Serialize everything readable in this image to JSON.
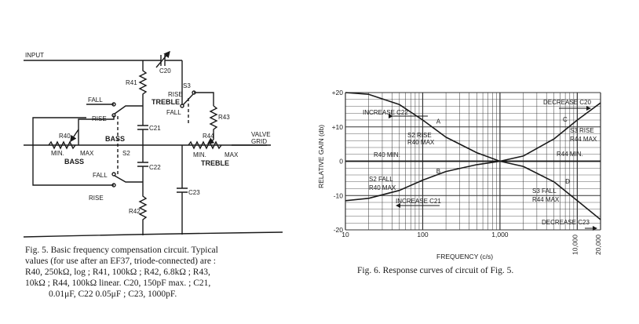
{
  "fig5": {
    "labels": {
      "input": "INPUT",
      "c20": "C20",
      "r41": "R41",
      "s3": "S3",
      "rise_top": "RISE",
      "fall_top": "FALL",
      "treble_top": "TREBLE",
      "r43": "R43",
      "fall_left": "FALL",
      "rise_left": "RISE",
      "c21": "C21",
      "r40": "R40",
      "min_bass": "MIN.",
      "max_bass": "MAX",
      "bass_mid": "BASS",
      "bass_low": "BASS",
      "s2": "S2",
      "c22": "C22",
      "r44": "R44",
      "min_treble": "MIN.",
      "max_treble": "MAX",
      "treble_low": "TREBLE",
      "valve": "VALVE",
      "grid": "GRID",
      "c23": "C23",
      "fall_bottom": "FALL",
      "rise_bottom": "RISE",
      "r42": "R42"
    },
    "caption": {
      "line1": "Fig. 5.   Basic frequency compensation circuit.  Typical",
      "line2": "values (for use after an EF37, triode-connected) are :",
      "line3": "R40,   250kΩ,  log ;  R41,  100kΩ ;  R42,  6.8kΩ ;  R43,",
      "line4": "10kΩ ;  R44,  100kΩ linear.   C20,  150pF max. ;  C21,",
      "line5": "0.01μF,  C22 0.05μF ;  C23,  1000pF."
    }
  },
  "fig6": {
    "caption": "Fig. 6.   Response curves of circuit of Fig. 5.",
    "chart_data": {
      "type": "line",
      "xlabel": "FREQUENCY (c/s)",
      "ylabel": "RELATIVE GAIN (db)",
      "x_scale": "log",
      "xlim": [
        10,
        20000
      ],
      "ylim": [
        -20,
        20
      ],
      "x_tick_labels": [
        "10",
        "100",
        "1,000",
        "10,000",
        "20,000"
      ],
      "y_tick_labels": [
        "+20",
        "+10",
        "0",
        "-10",
        "-20"
      ],
      "grid": true,
      "series": [
        {
          "name": "A",
          "x": [
            10,
            20,
            50,
            100,
            200,
            500,
            1000,
            2000,
            5000,
            10000,
            20000
          ],
          "y": [
            20,
            19.5,
            16.5,
            12,
            7,
            2.5,
            0,
            0,
            0,
            0,
            0
          ]
        },
        {
          "name": "B",
          "x": [
            10,
            20,
            50,
            100,
            200,
            500,
            1000,
            2000,
            5000,
            10000,
            20000
          ],
          "y": [
            -11.5,
            -10.8,
            -8.5,
            -5.5,
            -3,
            -1,
            0,
            0,
            0,
            0,
            0
          ]
        },
        {
          "name": "C",
          "x": [
            10,
            100,
            500,
            1000,
            2000,
            5000,
            10000,
            20000
          ],
          "y": [
            0,
            0,
            0,
            0,
            1.5,
            6.5,
            12,
            17
          ]
        },
        {
          "name": "D",
          "x": [
            10,
            100,
            500,
            1000,
            2000,
            5000,
            10000,
            20000
          ],
          "y": [
            0,
            0,
            0,
            0,
            -1.5,
            -6,
            -11.5,
            -17
          ]
        }
      ],
      "annotations": {
        "increase_c22": "INCREASE C22",
        "s2_rise": "S2 RISE",
        "r40_max_top": "R40 MAX",
        "r40_min": "R40 MIN.",
        "s2_fall": "S2 FALL",
        "r40_max_bottom": "R40 MAX",
        "increase_c21": "INCREASE C21",
        "decrease_c20": "DECREASE C20",
        "s3_rise": "S3 RISE",
        "r44_max_top": "R44 MAX",
        "r44_min": "R44 MIN.",
        "s3_fall": "S3 FALL",
        "r44_max_bottom": "R44 MAX",
        "decrease_c23": "DECREASE C23"
      }
    }
  }
}
